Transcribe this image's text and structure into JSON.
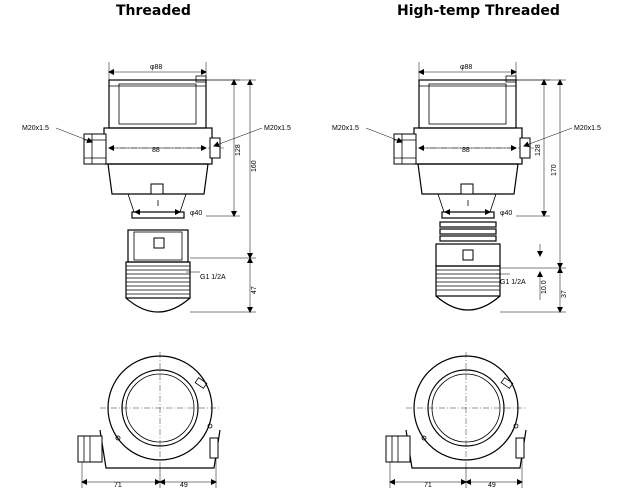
{
  "titles": {
    "left": "Threaded",
    "right": "High-temp Threaded"
  },
  "left_drawing": {
    "dia_top": "φ88",
    "thread_left": "M20x1.5",
    "thread_right": "M20x1.5",
    "body_width": "88",
    "dia_neck": "φ40",
    "process_thread": "G1 1/2A",
    "dim_housing": "128",
    "dim_total": "160",
    "dim_lower": "47"
  },
  "right_drawing": {
    "dia_top": "φ88",
    "thread_left": "M20x1.5",
    "thread_right": "M20x1.5",
    "body_width": "88",
    "dia_neck": "φ40",
    "process_thread": "G1 1/2A",
    "dim_housing": "128",
    "dim_total": "170",
    "dim_lower": "37",
    "dim_gap": "10.0"
  },
  "left_bottom_view": {
    "dim_a": "71",
    "dim_b": "49"
  },
  "right_bottom_view": {
    "dim_a": "71",
    "dim_b": "49"
  }
}
